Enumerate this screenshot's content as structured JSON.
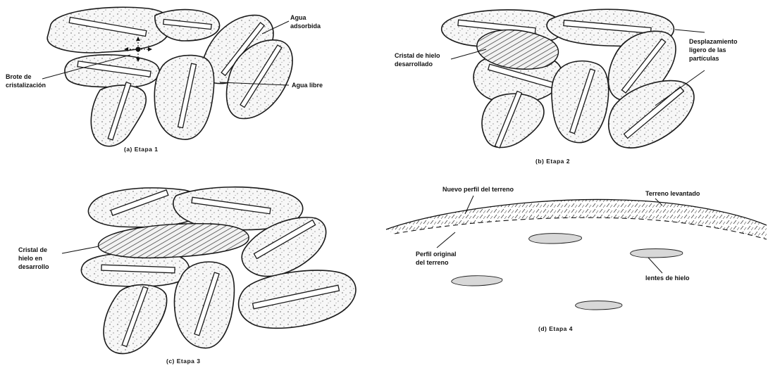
{
  "panels": {
    "a": {
      "caption": "(a)  Etapa 1",
      "labels": {
        "agua_adsorbida_1": "Agua",
        "agua_adsorbida_2": "adsorbida",
        "brote_1": "Brote de",
        "brote_2": "cristalización",
        "agua_libre": "Agua libre"
      }
    },
    "b": {
      "caption": "(b)  Etapa 2",
      "labels": {
        "cristal_1": "Cristal de hielo",
        "cristal_2": "desarrollado",
        "desp_1": "Desplazamiento",
        "desp_2": "ligero de las",
        "desp_3": "partículas"
      }
    },
    "c": {
      "caption": "(c)  Etapa 3",
      "labels": {
        "cristal_1": "Cristal de",
        "cristal_2": "hielo en",
        "cristal_3": "desarrollo"
      }
    },
    "d": {
      "caption": "(d)  Etapa 4",
      "labels": {
        "nuevo_perfil": "Nuevo perfil del terreno",
        "terreno_levantado": "Terreno levantado",
        "perfil_original_1": "Perfil original",
        "perfil_original_2": "del terreno",
        "lentes": "lentes de hielo"
      }
    }
  }
}
